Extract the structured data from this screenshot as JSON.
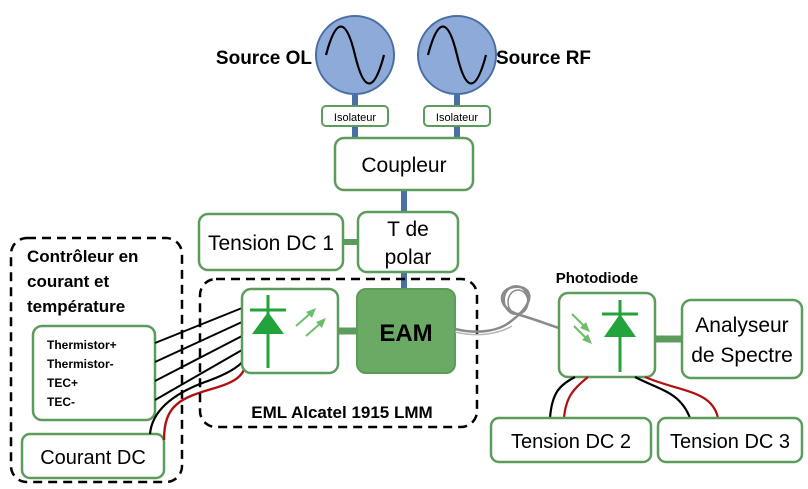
{
  "sources": {
    "ol": {
      "label": "Source OL"
    },
    "rf": {
      "label": "Source RF"
    }
  },
  "isolators": [
    "Isolateur",
    "Isolateur"
  ],
  "coupler": {
    "label": "Coupleur"
  },
  "bias_tee": {
    "line1": "T de",
    "line2": "polar"
  },
  "tension_dc1": {
    "label": "Tension DC 1"
  },
  "controller": {
    "title_lines": [
      "Contrôleur  en",
      "courant et",
      "température"
    ],
    "pins": [
      "Thermistor+",
      "Thermistor-",
      "TEC+",
      "TEC-"
    ]
  },
  "courant_dc": {
    "label": "Courant DC"
  },
  "eam": {
    "label": "EAM"
  },
  "eml": {
    "label": "EML Alcatel 1915 LMM"
  },
  "photodiode": {
    "label": "Photodiode"
  },
  "analyzer": {
    "line1": "Analyseur",
    "line2": "de Spectre"
  },
  "tension_dc2": {
    "label": "Tension DC 2"
  },
  "tension_dc3": {
    "label": "Tension DC 3"
  },
  "colors": {
    "green": "#5b9c5b",
    "eam_fill": "#6aaa64",
    "sine_blue": "#8eaad8",
    "cable_blue": "#4a6fa5",
    "red_wire": "#b01010"
  }
}
